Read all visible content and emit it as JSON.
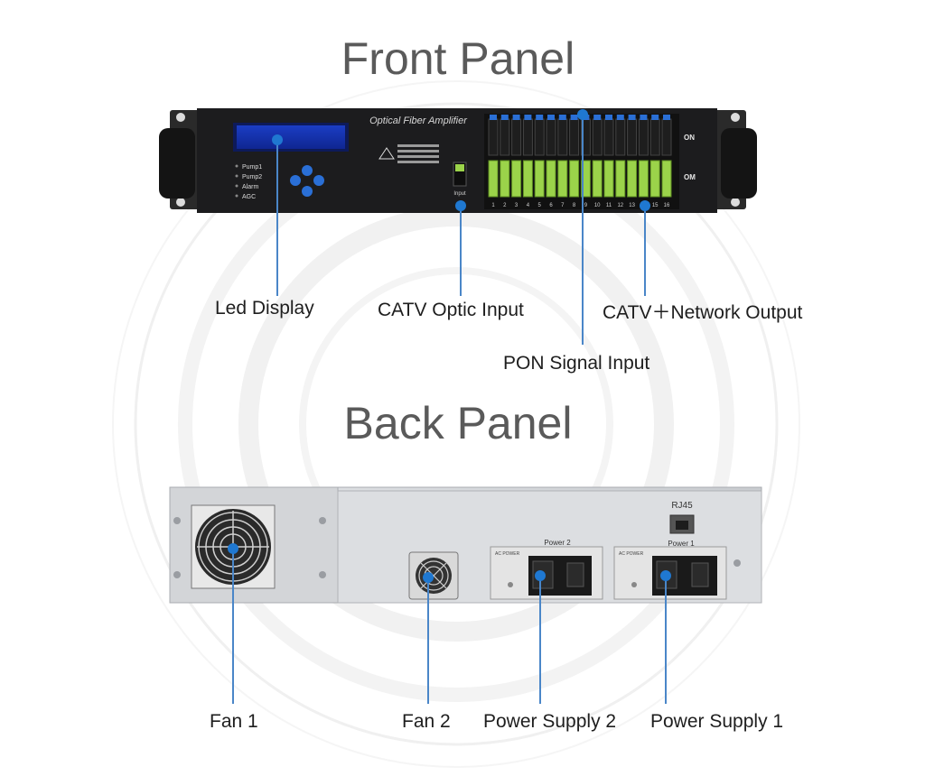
{
  "headings": {
    "front": "Front Panel",
    "back": "Back Panel"
  },
  "front_panel": {
    "brand": "Optical Fiber Amplifier",
    "indicators": [
      "Pump1",
      "Pump2",
      "Alarm",
      "AGC"
    ],
    "input_label": "Input",
    "port_numbers": [
      "1",
      "2",
      "3",
      "4",
      "5",
      "6",
      "7",
      "8",
      "9",
      "10",
      "11",
      "12",
      "13",
      "14",
      "15",
      "16"
    ],
    "pon_tag": "ON",
    "com_tag": "OM"
  },
  "back_panel": {
    "rj45_label": "RJ45",
    "power2_label": "Power 2",
    "power1_label": "Power 1",
    "ac_power_label": "AC POWER"
  },
  "callouts": {
    "led_display": "Led Display",
    "catv_optic_input": "CATV Optic Input",
    "catv_network_output": "CATV＋Network Output",
    "pon_signal_input": "PON Signal Input",
    "fan1": "Fan 1",
    "fan2": "Fan 2",
    "power_supply_2": "Power Supply 2",
    "power_supply_1": "Power Supply 1"
  },
  "colors": {
    "leader": "#4a86c8",
    "dot": "#1f78d1",
    "sc_green": "#9bd34a",
    "sc_blue": "#2a6fd6"
  }
}
